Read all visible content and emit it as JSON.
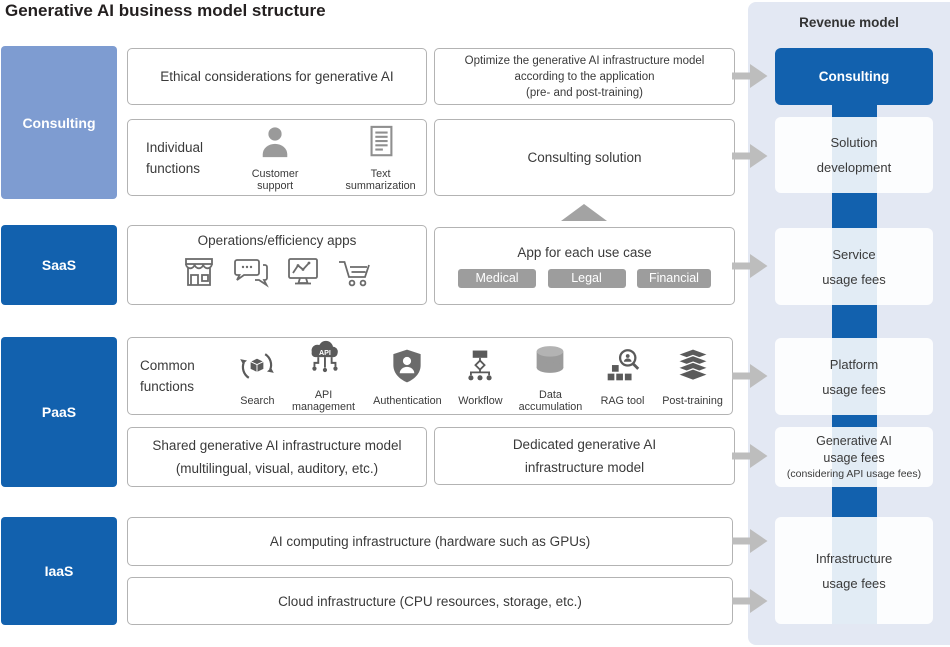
{
  "title": "Generative AI business model structure",
  "colors": {
    "primary_blue": "#1261ae",
    "light_blue": "#7e9cd1",
    "panel_bg": "#e3e8f3",
    "arrow_gray": "#bdbdbd",
    "tag_gray": "#9d9d9d"
  },
  "layers": {
    "consulting": "Consulting",
    "saas": "SaaS",
    "paas": "PaaS",
    "iaas": "IaaS"
  },
  "consulting_row": {
    "ethical": "Ethical considerations for generative AI",
    "optimize_lines": [
      "Optimize the generative AI infrastructure model",
      "according to the application",
      "(pre- and post-training)"
    ],
    "individual_label_lines": [
      "Individual",
      "functions"
    ],
    "individual_items": [
      {
        "icon": "customer-support",
        "label": "Customer support"
      },
      {
        "icon": "text-summarization",
        "label": "Text summarization"
      }
    ],
    "solution": "Consulting solution"
  },
  "saas_row": {
    "operations_title": "Operations/efficiency apps",
    "operations_icons": [
      "storefront",
      "chat",
      "analytics-monitor",
      "shopping-cart"
    ],
    "app_title": "App for each use case",
    "tags": [
      "Medical",
      "Legal",
      "Financial"
    ]
  },
  "paas_row": {
    "common_label_lines": [
      "Common",
      "functions"
    ],
    "common_items": [
      {
        "icon": "search",
        "label": "Search"
      },
      {
        "icon": "api-management",
        "label": "API management"
      },
      {
        "icon": "authentication",
        "label": "Authentication"
      },
      {
        "icon": "workflow",
        "label": "Workflow"
      },
      {
        "icon": "data-accumulation",
        "label": "Data accumulation"
      },
      {
        "icon": "rag-tool",
        "label": "RAG tool"
      },
      {
        "icon": "post-training",
        "label": "Post-training"
      }
    ],
    "shared_lines": [
      "Shared generative AI infrastructure model",
      "(multilingual, visual, auditory, etc.)"
    ],
    "dedicated_lines": [
      "Dedicated generative AI",
      "infrastructure model"
    ]
  },
  "iaas_row": {
    "ai_computing": "AI computing infrastructure (hardware such as GPUs)",
    "cloud": "Cloud infrastructure (CPU resources, storage, etc.)"
  },
  "revenue": {
    "heading": "Revenue model",
    "consulting": "Consulting",
    "solution_lines": [
      "Solution",
      "development"
    ],
    "service_lines": [
      "Service",
      "usage fees"
    ],
    "platform_lines": [
      "Platform",
      "usage fees"
    ],
    "genai_lines": [
      "Generative AI",
      "usage fees"
    ],
    "genai_note": "(considering API usage fees)",
    "infra_lines": [
      "Infrastructure",
      "usage fees"
    ]
  }
}
